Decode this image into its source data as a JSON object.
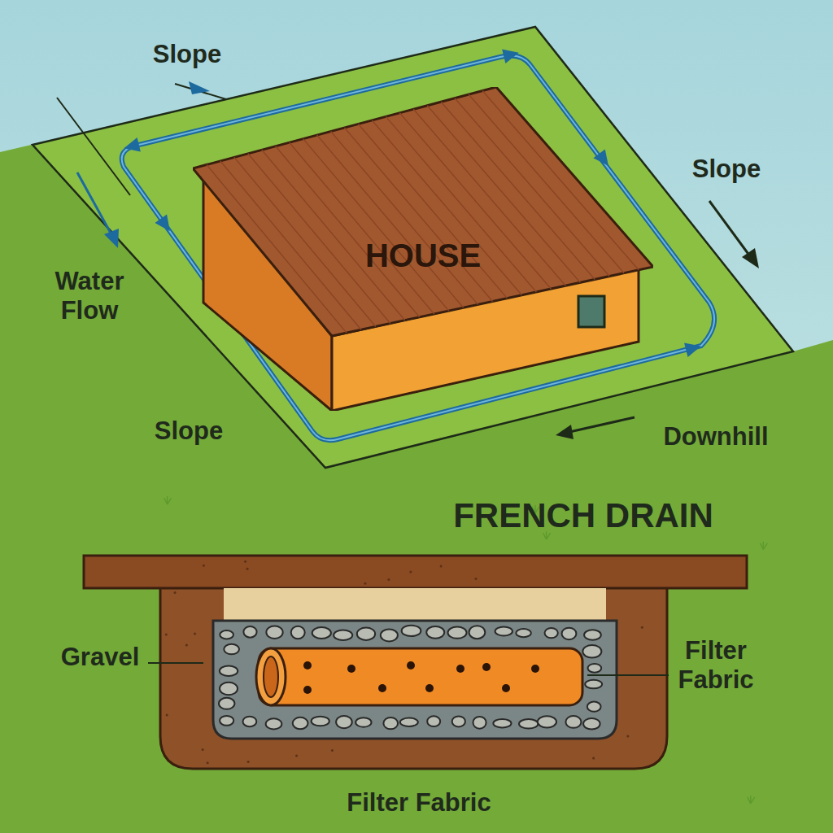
{
  "diagram": {
    "nodes": [
      {
        "text": [
          "HOUSE"
        ]
      }
    ],
    "labels": [
      "Slope",
      "Slope",
      "Water Flow",
      "Slope",
      "Downhill",
      "FRENCH DRAIN",
      "Gravel",
      "Filter Fabric",
      "Filter Fabric"
    ]
  }
}
